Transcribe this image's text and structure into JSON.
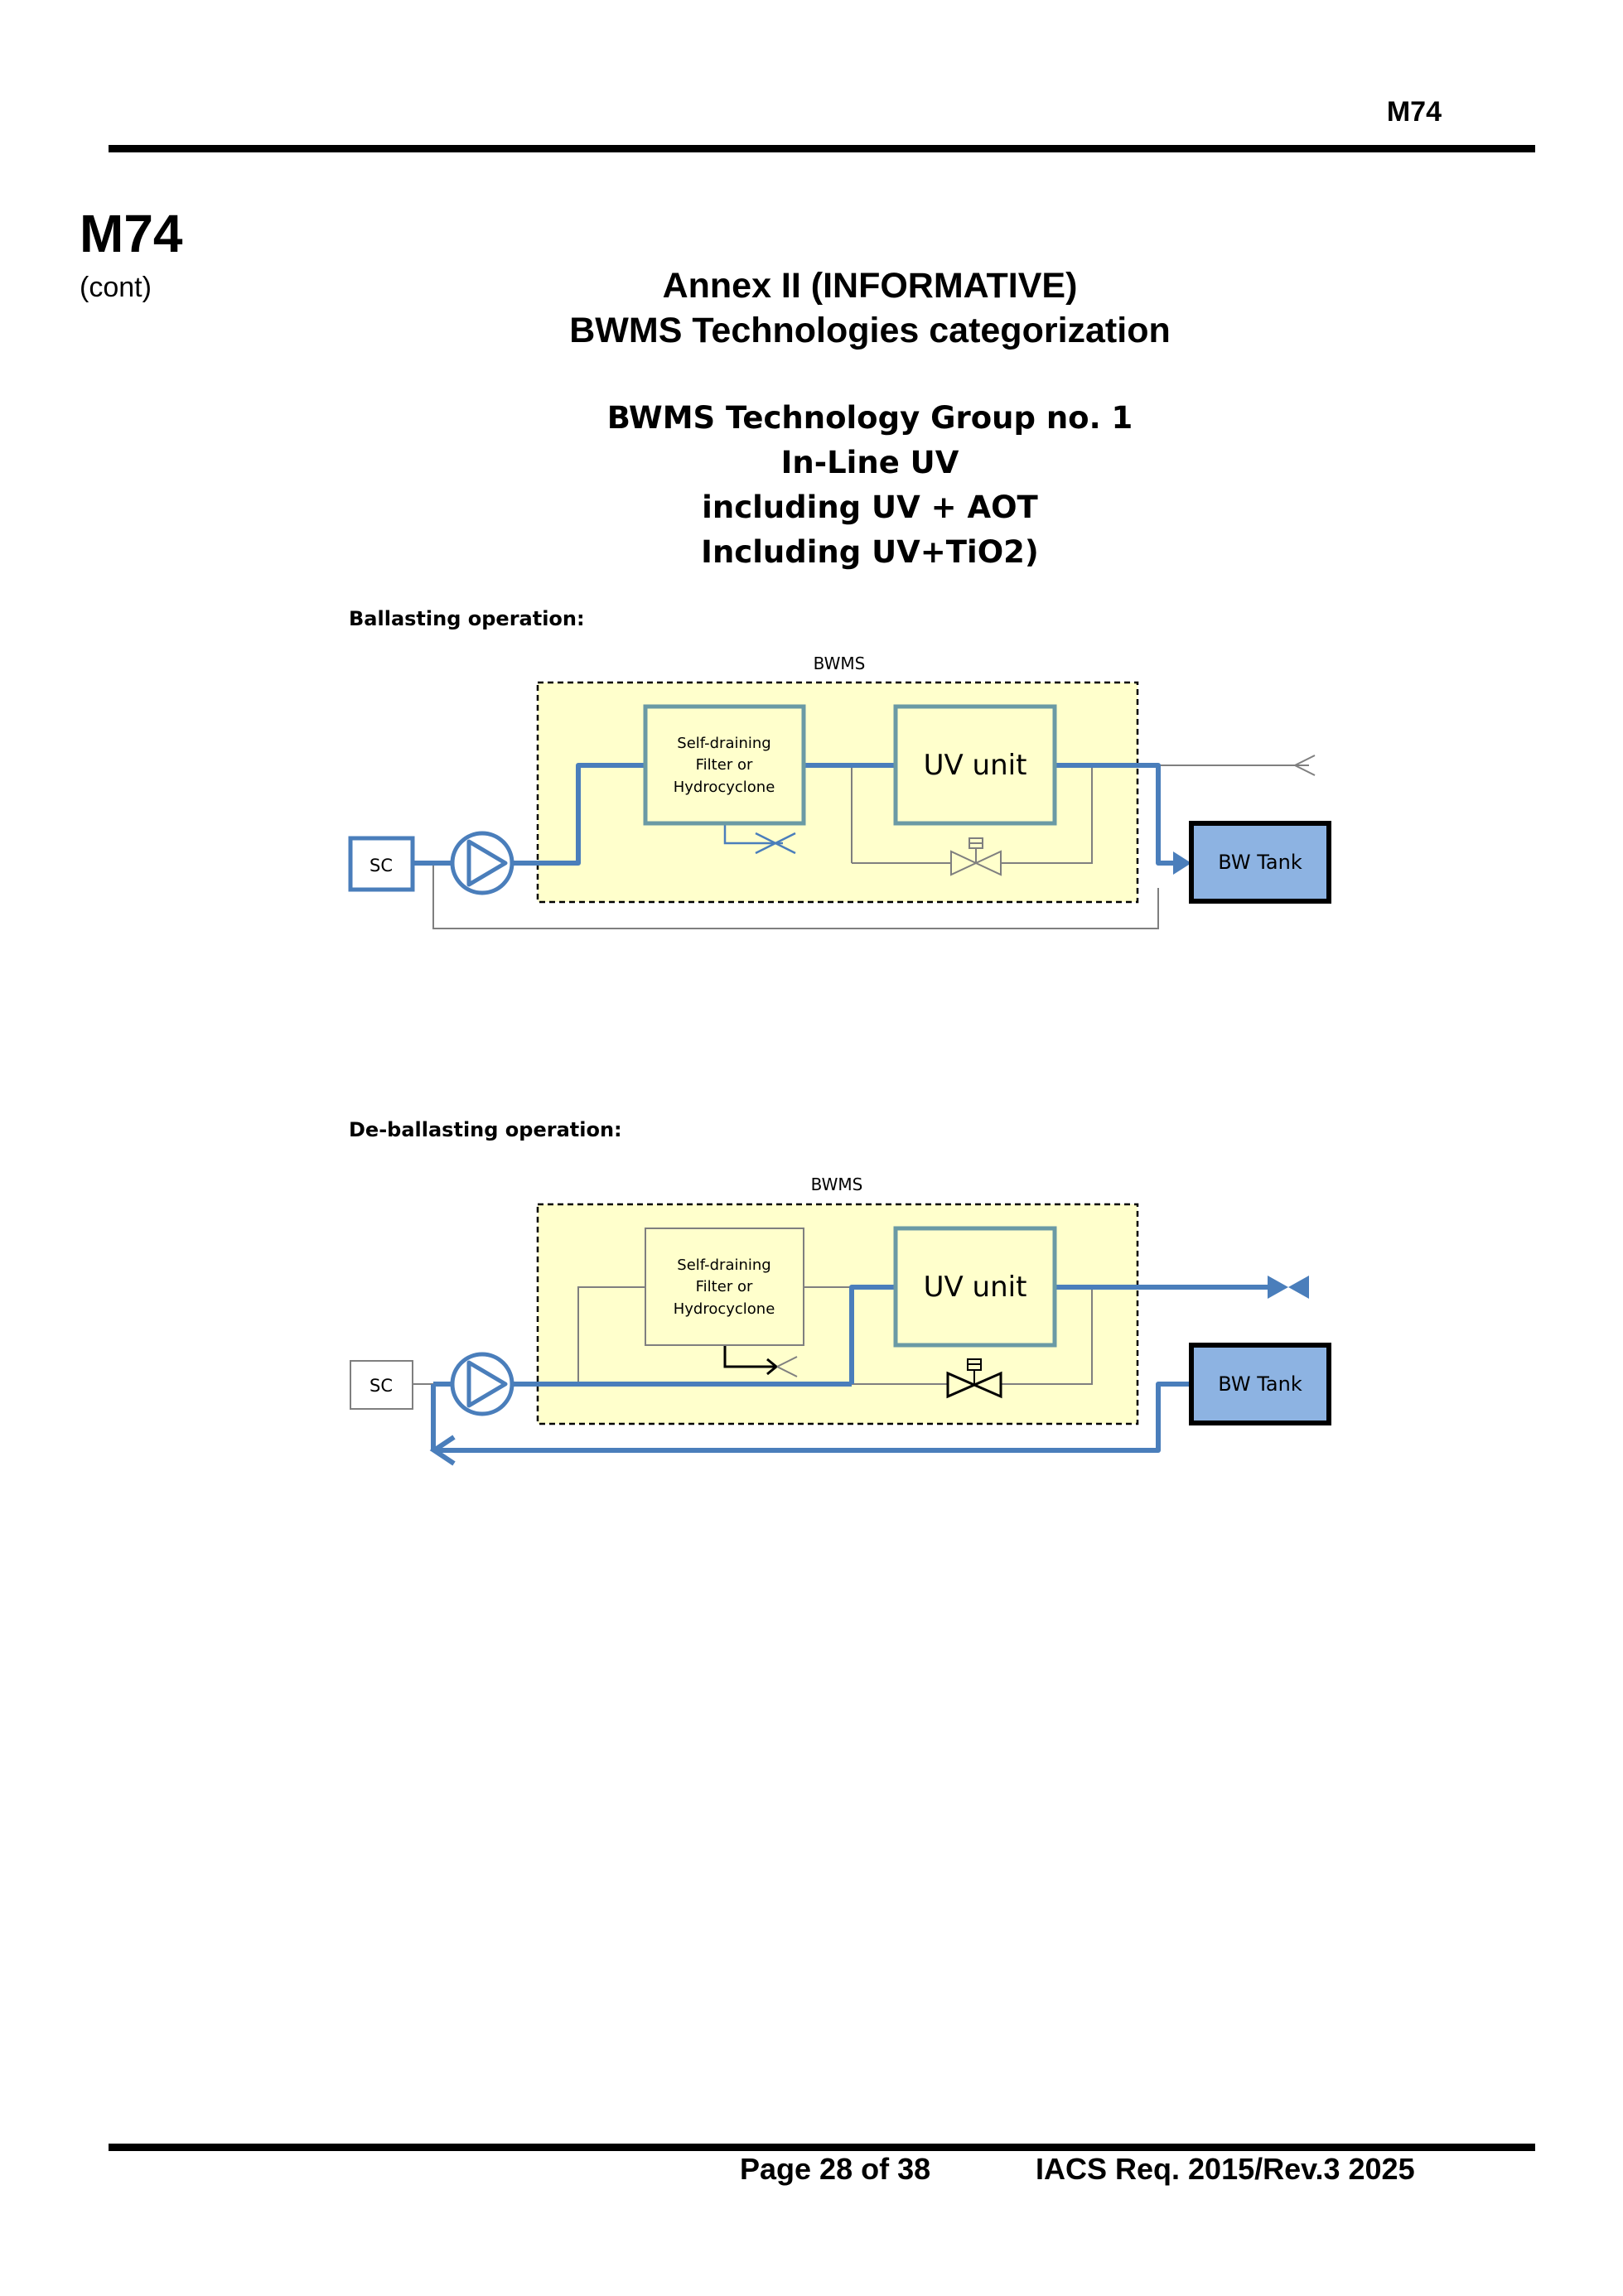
{
  "header": {
    "code": "M74"
  },
  "side": {
    "code": "M74",
    "cont": "(cont)"
  },
  "title": {
    "line1": "Annex II (INFORMATIVE)",
    "line2": "BWMS Technologies categorization"
  },
  "group": {
    "line1": "BWMS Technology Group no. 1",
    "line2": "In-Line UV",
    "line3": "including UV + AOT",
    "line4": "Including UV+TiO2)"
  },
  "ballasting": {
    "heading": "Ballasting operation:",
    "bwms_label": "BWMS",
    "filter_label": [
      "Self-draining",
      "Filter or",
      "Hydrocyclone"
    ],
    "uv_label": "UV unit",
    "sc_label": "SC",
    "tank_label": "BW Tank"
  },
  "deballasting": {
    "heading": "De-ballasting operation:",
    "bwms_label": "BWMS",
    "filter_label": [
      "Self-draining",
      "Filter or",
      "Hydrocyclone"
    ],
    "uv_label": "UV unit",
    "sc_label": "SC",
    "tank_label": "BW Tank"
  },
  "colors": {
    "flow": "#4a7ebb",
    "bwms_fill": "#ffffcc",
    "equipment_border": "#6a9aa5",
    "tank_fill": "#8db3e2",
    "thin_line": "#7f7f7f"
  },
  "footer": {
    "page": "Page 28 of 38",
    "ref": "IACS Req. 2015/Rev.3 2025"
  }
}
